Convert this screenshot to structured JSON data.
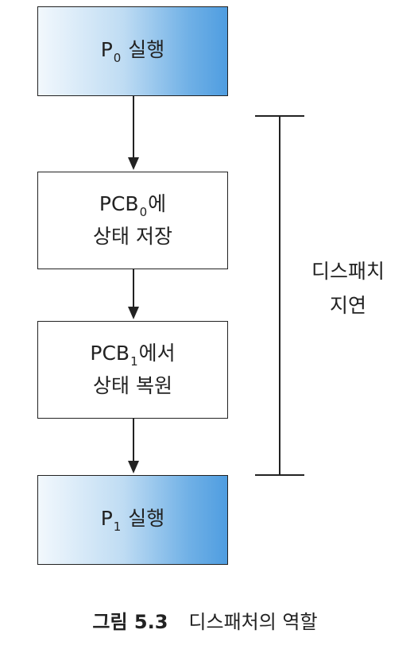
{
  "boxes": {
    "p0": {
      "main": "P",
      "sub": "0",
      "suffix": " 실행"
    },
    "save": {
      "line1_main": "PCB",
      "line1_sub": "0",
      "line1_suffix": "에",
      "line2": "상태 저장"
    },
    "restore": {
      "line1_main": "PCB",
      "line1_sub": "1",
      "line1_suffix": "에서",
      "line2": "상태 복원"
    },
    "p1": {
      "main": "P",
      "sub": "1",
      "suffix": " 실행"
    }
  },
  "dispatch_latency": {
    "line1": "디스패치",
    "line2": "지연"
  },
  "caption": {
    "figure_number": "그림 5.3",
    "title": "디스패처의 역할"
  },
  "colors": {
    "box_gradient_light": "#f2f8fd",
    "box_gradient_dark": "#4f9de0",
    "stroke": "#222222"
  }
}
